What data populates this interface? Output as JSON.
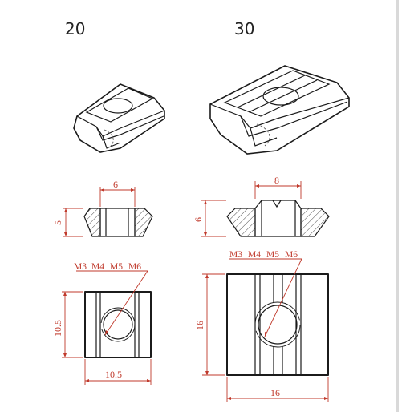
{
  "headers": {
    "size20": "20",
    "size30": "30"
  },
  "dimensions": {
    "s20_slot_width": "6",
    "s20_height": "5",
    "s20_length": "10.5",
    "s20_width": "10.5",
    "s30_slot_width": "8",
    "s30_height": "6",
    "s30_length": "16",
    "s30_width": "16"
  },
  "threads": {
    "s20": [
      "M3",
      "M4",
      "M5",
      "M6"
    ],
    "s30": [
      "M3",
      "M4",
      "M5",
      "M6"
    ]
  },
  "colors": {
    "dimension": "#c0392b",
    "line": "#1b1b1b"
  }
}
